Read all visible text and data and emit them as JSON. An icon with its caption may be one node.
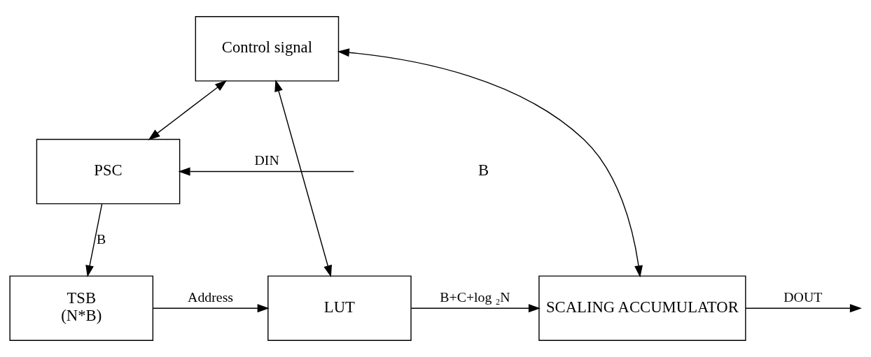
{
  "diagram": {
    "nodes": [
      {
        "text": [
          "Control signal"
        ]
      },
      {
        "text": [
          "PSC"
        ]
      },
      {
        "text": [
          "TSB",
          "(N*B)"
        ]
      },
      {
        "text": [
          "LUT"
        ]
      },
      {
        "text": [
          "SCALING ACCUMULATOR"
        ]
      }
    ],
    "edges": [
      {
        "from": 0,
        "to": 1,
        "arrow": "both"
      },
      {
        "from": null,
        "to": 1,
        "arrow": "to",
        "label": "DIN"
      },
      {
        "from": 1,
        "to": 2,
        "arrow": "to",
        "label": "B"
      },
      {
        "from": 2,
        "to": 3,
        "arrow": "to",
        "label": "Address"
      },
      {
        "from": 0,
        "to": 3,
        "arrow": "both"
      },
      {
        "from": 3,
        "to": 4,
        "arrow": "to",
        "label": "B+C+log ₂N"
      },
      {
        "from": 0,
        "to": 4,
        "arrow": "both"
      },
      {
        "from": 4,
        "to": null,
        "arrow": "to",
        "label": "DOUT"
      }
    ],
    "labels": [
      "B"
    ]
  }
}
